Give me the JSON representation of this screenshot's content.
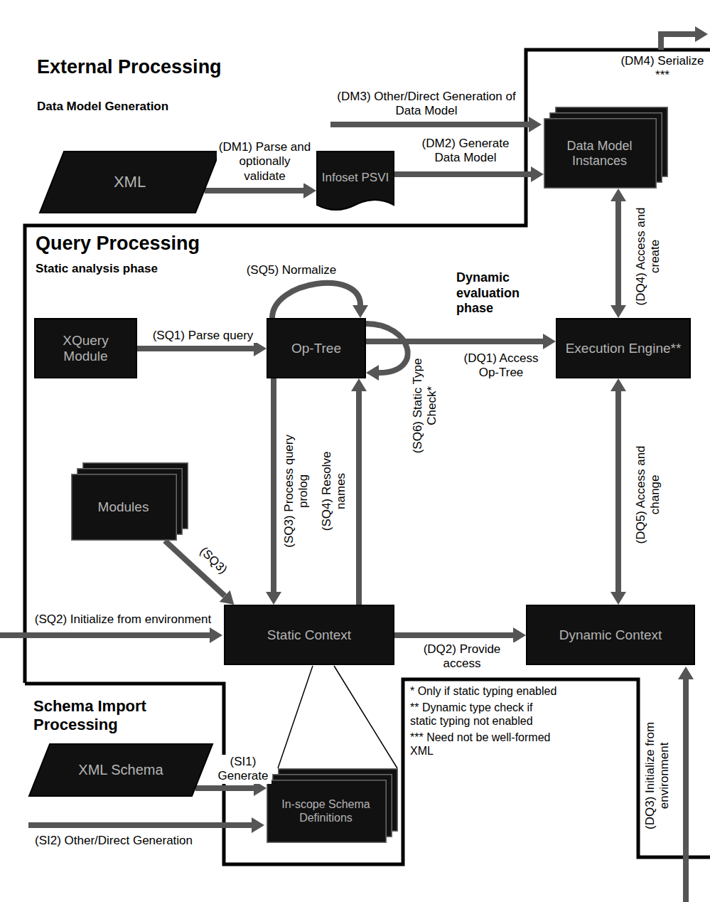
{
  "diagram": {
    "nodes": [
      {
        "text": [
          "XML"
        ]
      },
      {
        "text": [
          "Infoset PSVI"
        ]
      },
      {
        "text": [
          "Data Model Instances"
        ]
      },
      {
        "text": [
          "XQuery Module"
        ]
      },
      {
        "text": [
          "Op-Tree"
        ]
      },
      {
        "text": [
          "Execution Engine**"
        ]
      },
      {
        "text": [
          "Modules"
        ]
      },
      {
        "text": [
          "Static Context"
        ]
      },
      {
        "text": [
          "Dynamic Context"
        ]
      },
      {
        "text": [
          "XML Schema"
        ]
      },
      {
        "text": [
          "In-scope Schema Definitions"
        ]
      }
    ],
    "edges": [
      {
        "from": 0,
        "to": 1,
        "label": "(DM1) Parse and optionally validate",
        "arrow": "to"
      },
      {
        "from": 1,
        "to": 2,
        "label": "(DM2) Generate Data Model",
        "arrow": "to"
      },
      {
        "from": 3,
        "to": 4,
        "label": "(SQ1) Parse query",
        "arrow": "to"
      },
      {
        "from": 4,
        "to": 4,
        "label": "(SQ5) Normalize",
        "arrow": "to"
      },
      {
        "from": 4,
        "to": 4,
        "label": "(SQ6) Static Type Check*",
        "arrow": "to"
      },
      {
        "from": 4,
        "to": 5,
        "label": "(DQ1) Access Op-Tree",
        "arrow": "to"
      },
      {
        "from": 5,
        "to": 2,
        "label": "(DQ4) Access and create",
        "arrow": "both"
      },
      {
        "from": 4,
        "to": 7,
        "label": "(SQ3) Process query prolog",
        "arrow": "to"
      },
      {
        "from": 7,
        "to": 4,
        "label": "(SQ4) Resolve names",
        "arrow": "to"
      },
      {
        "from": 6,
        "to": 7,
        "label": "(SQ3)",
        "arrow": "to"
      },
      {
        "from": 7,
        "to": 8,
        "label": "(DQ2) Provide access",
        "arrow": "to"
      },
      {
        "from": 5,
        "to": 8,
        "label": "(DQ5) Access and change",
        "arrow": "both"
      },
      {
        "from": 9,
        "to": 10,
        "label": "(SI1) Generate",
        "arrow": "to"
      }
    ],
    "labels": [
      "External Processing",
      "Data Model Generation",
      "(DM3) Other/Direct Generation of Data Model",
      "(DM4) Serialize ***",
      "Query Processing",
      "Static analysis phase",
      "Dynamic evaluation phase",
      "(SQ2) Initialize from environment",
      "Schema Import Processing",
      "* Only if static typing enabled",
      "** Dynamic type check if static typing not enabled",
      "*** Need not be well-formed XML",
      "(DQ3) Initialize from environment",
      "(SI2) Other/Direct Generation"
    ]
  }
}
